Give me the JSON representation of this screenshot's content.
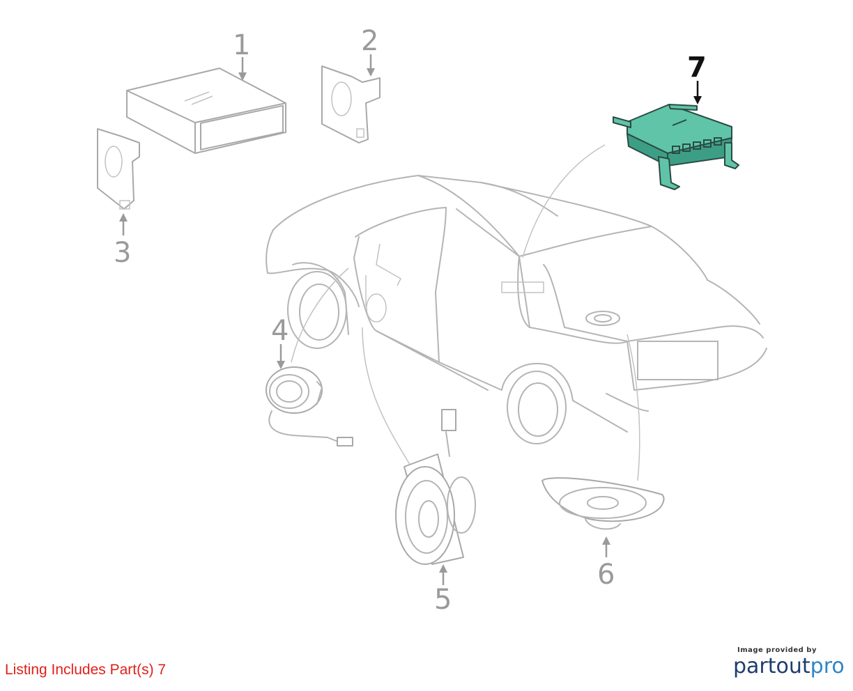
{
  "callouts": [
    {
      "number": "1",
      "part": "radio-receiver",
      "highlighted": false
    },
    {
      "number": "2",
      "part": "radio-bracket-right",
      "highlighted": false
    },
    {
      "number": "3",
      "part": "radio-bracket-left",
      "highlighted": false
    },
    {
      "number": "4",
      "part": "tweeter-speaker",
      "highlighted": false
    },
    {
      "number": "5",
      "part": "front-door-speaker",
      "highlighted": false
    },
    {
      "number": "6",
      "part": "rear-shelf-speaker",
      "highlighted": false
    },
    {
      "number": "7",
      "part": "amplifier",
      "highlighted": true
    }
  ],
  "listing_note": "Listing Includes Part(s) 7",
  "credit": {
    "caption": "Image provided by",
    "brand_part1": "partout",
    "brand_part2": "pro"
  },
  "colors": {
    "highlight_fill": "#5fc4a8",
    "listing_text": "#e0201a",
    "line_art": "#b4b4b4"
  }
}
